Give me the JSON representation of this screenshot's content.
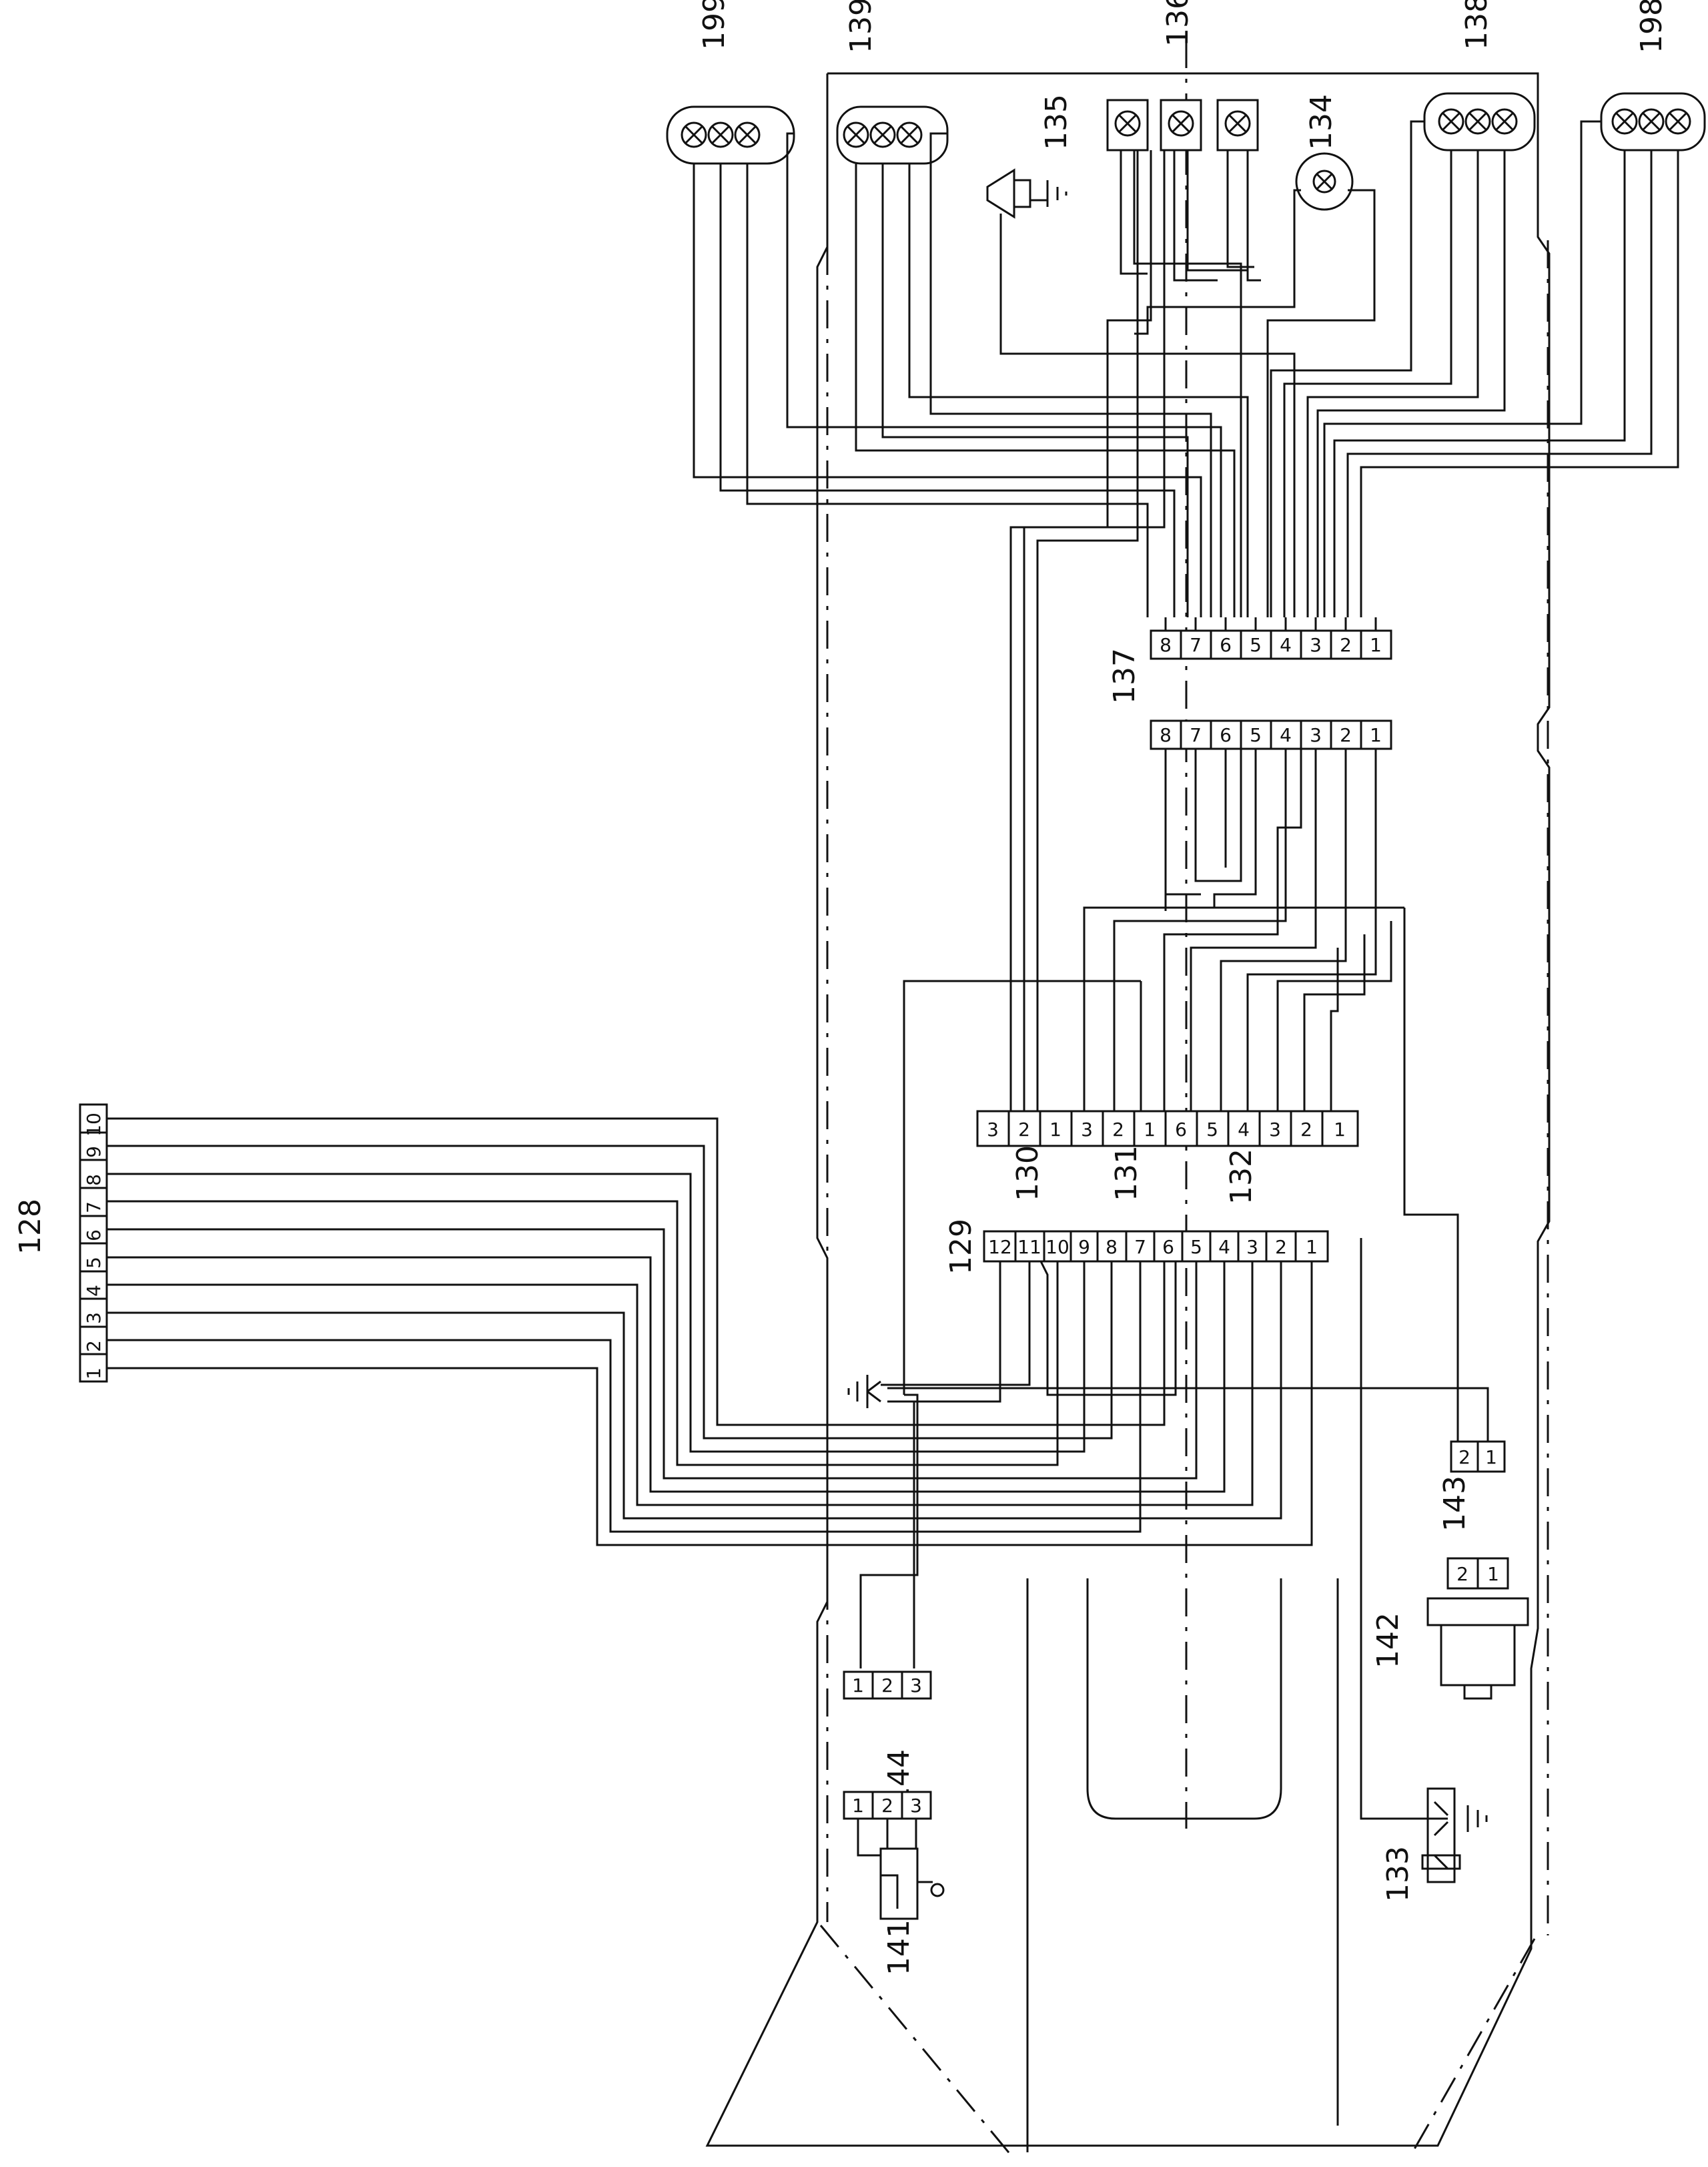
{
  "diagram": {
    "reference_labels": {
      "l199": "199",
      "l139": "139",
      "l136": "136",
      "l138": "138",
      "l198": "198",
      "l135": "135",
      "l134": "134",
      "l137": "137",
      "l128": "128",
      "l129": "129",
      "l130": "130",
      "l131": "131",
      "l132": "132",
      "l143": "143",
      "l142": "142",
      "l144": "144",
      "l141": "141",
      "l133": "133"
    },
    "connectors": {
      "c137a": [
        "8",
        "7",
        "6",
        "5",
        "4",
        "3",
        "2",
        "1"
      ],
      "c137b": [
        "8",
        "7",
        "6",
        "5",
        "4",
        "3",
        "2",
        "1"
      ],
      "c130_132": [
        "3",
        "2",
        "1",
        "3",
        "2",
        "1",
        "6",
        "5",
        "4",
        "3",
        "2",
        "1"
      ],
      "c129": [
        "12",
        "11",
        "10",
        "9",
        "8",
        "7",
        "6",
        "5",
        "4",
        "3",
        "2",
        "1"
      ],
      "c128": [
        "1",
        "2",
        "3",
        "4",
        "5",
        "6",
        "7",
        "8",
        "9",
        "10"
      ],
      "c143a": [
        "2",
        "1"
      ],
      "c143b": [
        "2",
        "1"
      ],
      "c144a": [
        "1",
        "2",
        "3"
      ],
      "c144b": [
        "1",
        "2",
        "3"
      ]
    },
    "icons": {
      "lamp_cluster": "lamp-cross-icon",
      "horn": "horn-icon",
      "ground": "ground-icon",
      "bulb": "bulb-icon",
      "switch": "pressure-switch-icon",
      "solenoid": "solenoid-valve-icon",
      "toggle": "toggle-switch-icon"
    }
  }
}
